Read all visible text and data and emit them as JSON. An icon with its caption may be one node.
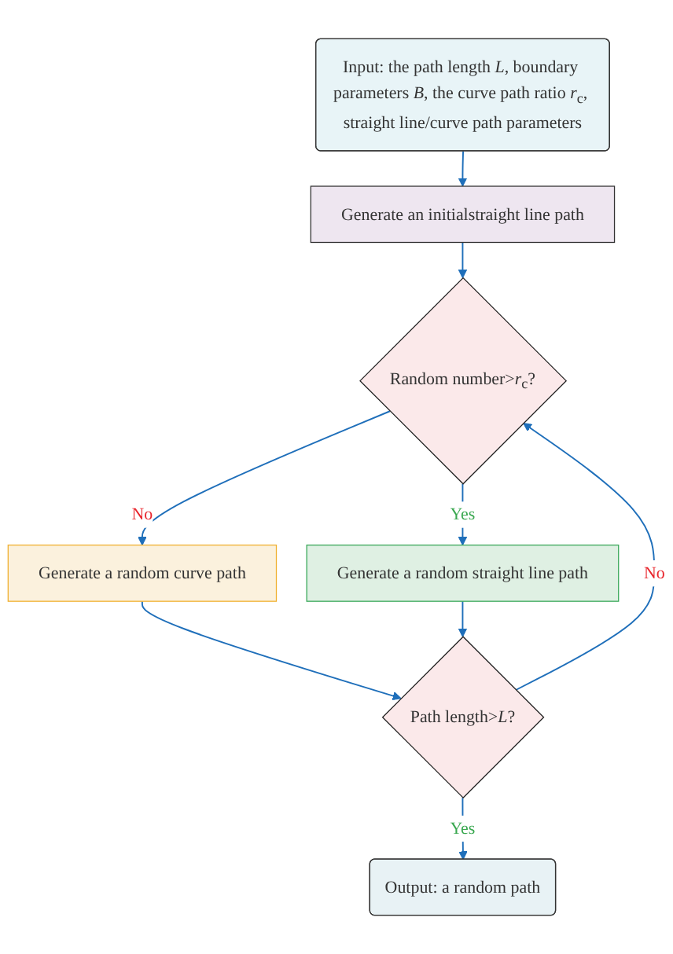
{
  "diagram": {
    "nodes": [
      {
        "text": [
          "Input: the path length *L*, boundary parameters *B*, the curve path ratio *r*$_{c}$, straight line/curve path parameters"
        ]
      },
      {
        "text": [
          "Generate an initialstraight line path"
        ]
      },
      {
        "text": [
          "Random number>*r*$_{c}$?"
        ]
      },
      {
        "text": [
          "Generate a random curve path"
        ]
      },
      {
        "text": [
          "Generate a random straight line path"
        ]
      },
      {
        "text": [
          "Path length>*L*?"
        ]
      },
      {
        "text": [
          "Output: a random path"
        ]
      }
    ],
    "edges": [
      {
        "from": 0,
        "to": 1,
        "arrow": "to"
      },
      {
        "from": 1,
        "to": 2,
        "arrow": "to"
      },
      {
        "from": 2,
        "to": 3,
        "label": "No",
        "arrow": "to"
      },
      {
        "from": 2,
        "to": 4,
        "label": "Yes",
        "arrow": "to"
      },
      {
        "from": 3,
        "to": 5,
        "arrow": "to"
      },
      {
        "from": 4,
        "to": 5,
        "arrow": "to"
      },
      {
        "from": 5,
        "to": 2,
        "label": "No",
        "arrow": "to"
      },
      {
        "from": 5,
        "to": 6,
        "label": "Yes",
        "arrow": "to"
      }
    ]
  }
}
